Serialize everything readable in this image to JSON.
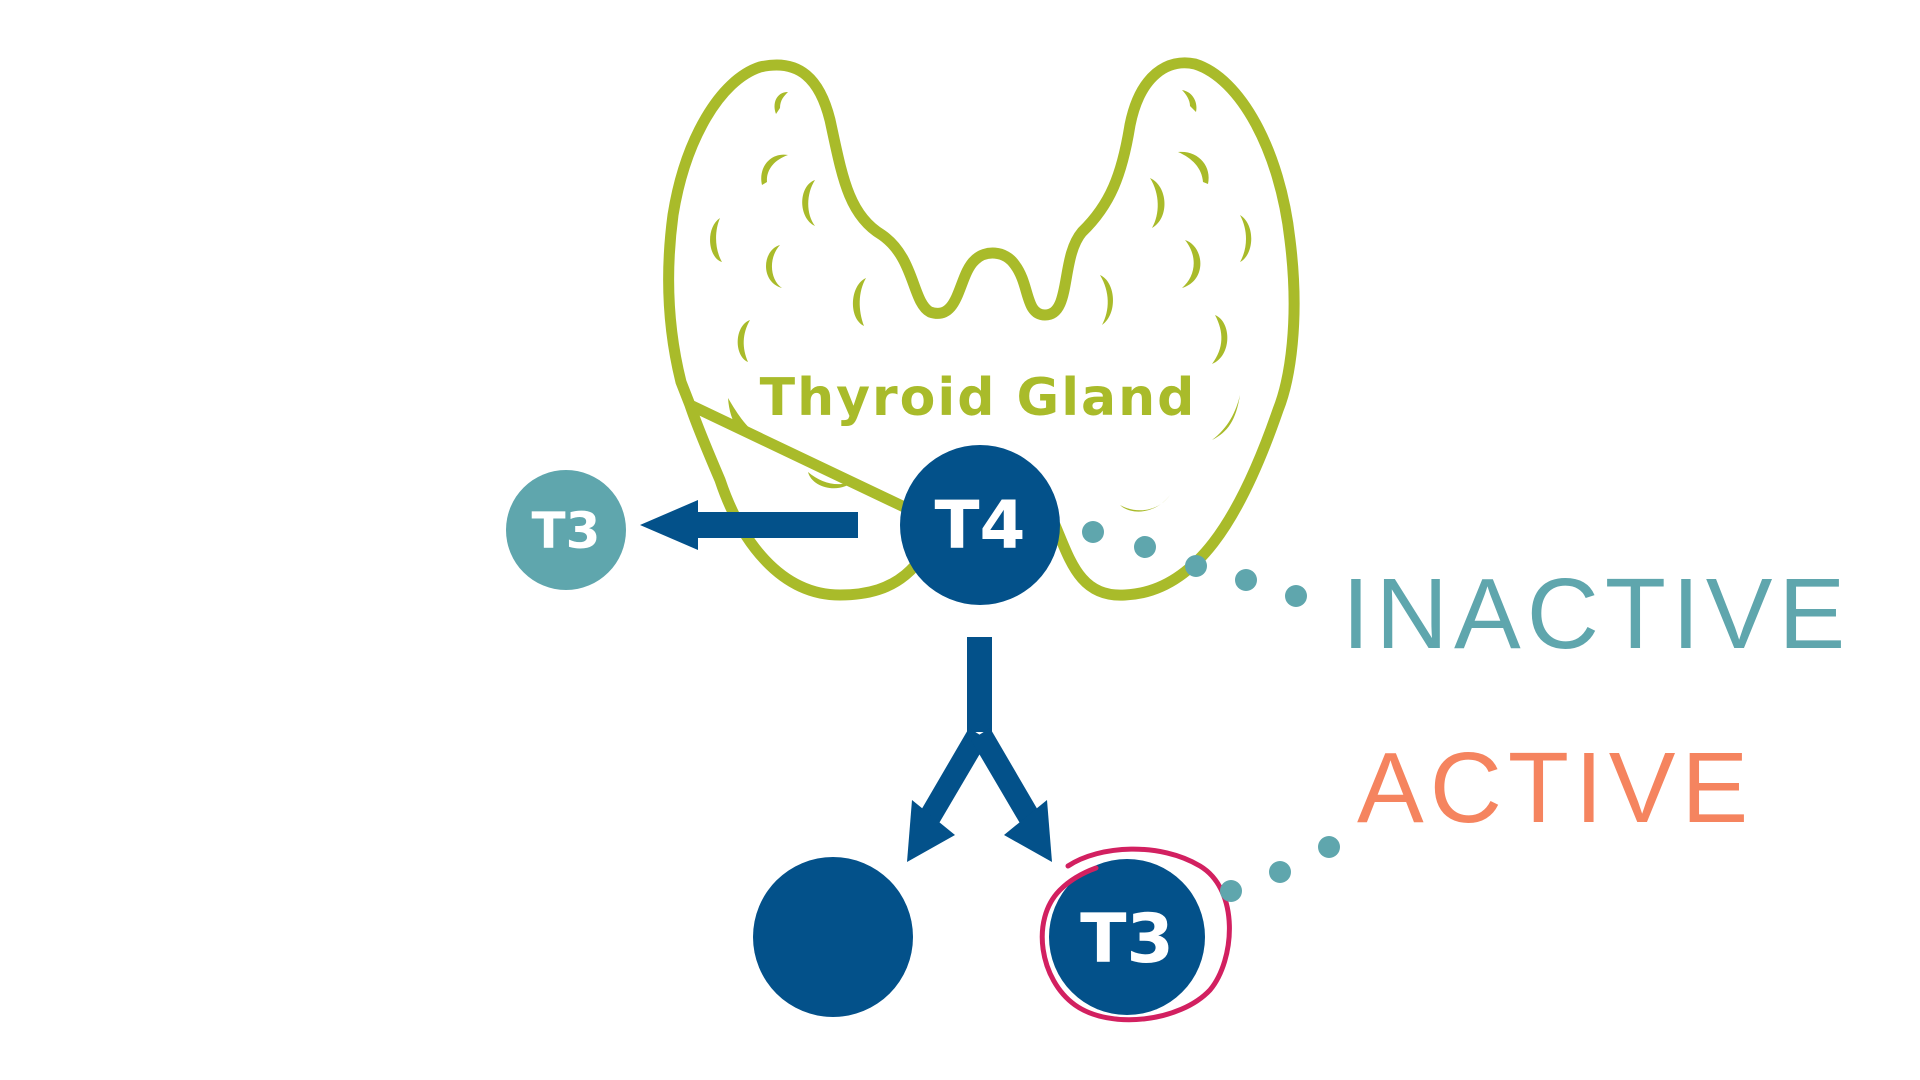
{
  "colors": {
    "gland": "#a9bb2a",
    "dark_blue": "#03518a",
    "teal": "#5fa6ad",
    "orange": "#f5845f",
    "magenta": "#d22060",
    "white": "#ffffff"
  },
  "gland": {
    "label": "Thyroid Gland"
  },
  "nodes": {
    "t4": {
      "label": "T4"
    },
    "t3_inactive": {
      "label": "T3"
    },
    "t3_active": {
      "label": "T3"
    },
    "unlabeled": {
      "label": ""
    }
  },
  "legend": {
    "inactive": "INACTIVE",
    "active": "ACTIVE"
  }
}
